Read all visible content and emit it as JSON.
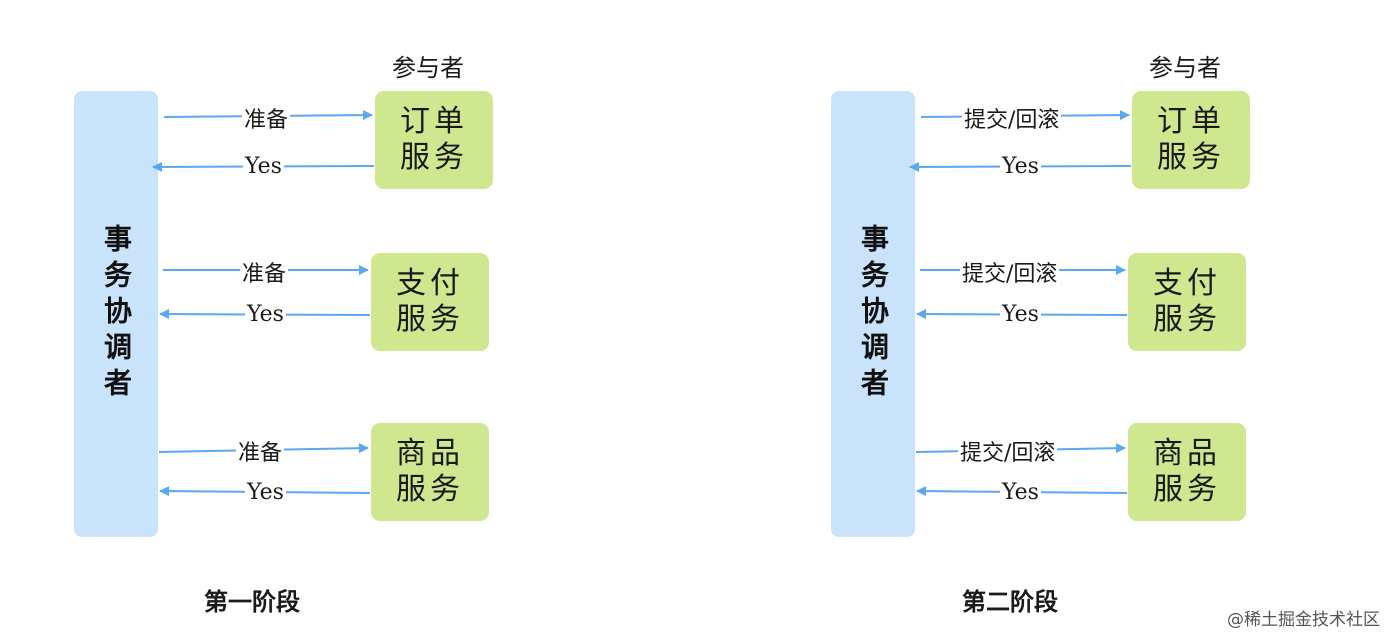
{
  "phases": [
    {
      "coordinator": "事务协调者",
      "participants_title": "参与者",
      "services": [
        {
          "name": "订单服务",
          "request": "准备",
          "response": "Yes"
        },
        {
          "name": "支付服务",
          "request": "准备",
          "response": "Yes"
        },
        {
          "name": "商品服务",
          "request": "准备",
          "response": "Yes"
        }
      ],
      "phase_label": "第一阶段"
    },
    {
      "coordinator": "事务协调者",
      "participants_title": "参与者",
      "services": [
        {
          "name": "订单服务",
          "request": "提交/回滚",
          "response": "Yes"
        },
        {
          "name": "支付服务",
          "request": "提交/回滚",
          "response": "Yes"
        },
        {
          "name": "商品服务",
          "request": "提交/回滚",
          "response": "Yes"
        }
      ],
      "phase_label": "第二阶段"
    }
  ],
  "watermark": "@稀土掘金技术社区",
  "colors": {
    "coordinator": "#c9e3fb",
    "service": "#cfe78e",
    "arrow": "#5aa8f0"
  }
}
